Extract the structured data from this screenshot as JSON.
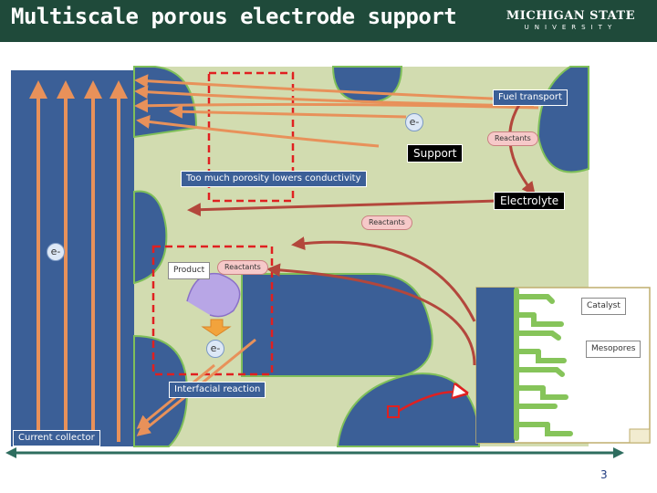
{
  "slide": {
    "title": "Multiscale porous electrode support",
    "logo_line1": "MICHIGAN STATE",
    "logo_line2": "UNIVERSITY",
    "page_number": "3"
  },
  "labels": {
    "fuel_transport": "Fuel transport",
    "electron": "e-",
    "reactants": "Reactants",
    "support": "Support",
    "porosity_note": "Too much porosity lowers conductivity",
    "electrolyte": "Electrolyte",
    "product": "Product",
    "catalyst": "Catalyst",
    "mesopores": "Mesopores",
    "interfacial_reaction": "Interfacial reaction",
    "current_collector": "Current collector"
  },
  "colors": {
    "header": "#1f4a3a",
    "pore_fill": "#d2dcb0",
    "solid_blue": "#3b5f97",
    "arrow_orange": "#e8915a",
    "arrow_red": "#b3473c",
    "dashed_red": "#e02020",
    "catalyst_green": "#86c45a",
    "axis_teal": "#2e6d5f"
  }
}
